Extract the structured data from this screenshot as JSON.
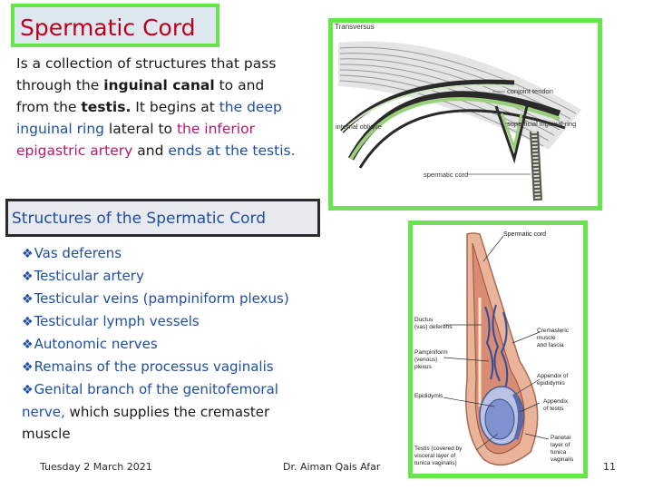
{
  "slide": {
    "title": "Spermatic Cord",
    "intro": {
      "p1": "Is a collection of structures that pass through the ",
      "p2": "inguinal canal",
      "p3": " to and from the ",
      "p4": "testis.",
      "p5": " It begins at ",
      "p6": "the deep inguinal ring",
      "p7": " lateral to ",
      "p8": "the inferior epigastric artery",
      "p9": " and ",
      "p10": "ends at the testis."
    },
    "structures_title": "Structures of the Spermatic Cord",
    "structures": [
      "Vas deferens",
      "Testicular artery",
      "Testicular veins (pampiniform plexus)",
      "Testicular lymph vessels",
      "Autonomic nerves",
      "Remains of the processus vaginalis",
      "Genital branch of the genitofemoral"
    ],
    "structures_tail_colored": "nerve,",
    "structures_tail_plain": " which supplies the cremaster muscle",
    "bullet": "❖"
  },
  "figure1": {
    "labels": {
      "transversus": "Transversus",
      "conjoint": "conjoint tendon",
      "internal_oblique": "internal oblique",
      "superficial_ring": "superficial inguinal ring",
      "spermatic_cord": "spermatic cord"
    }
  },
  "figure2": {
    "labels": {
      "spermatic_cord": "Spermatic cord",
      "ductus1": "Ductus",
      "ductus2": "(vas) deferens",
      "cremasteric1": "Cremasteric",
      "cremasteric2": "muscle",
      "cremasteric3": "and fascia",
      "pampiniform1": "Pampiniform",
      "pampiniform2": "(venous)",
      "pampiniform3": "plexus",
      "app_epi1": "Appendix of",
      "app_epi2": "epididymis",
      "epididymis": "Epididymis",
      "app_test1": "Appendix",
      "app_test2": "of testis",
      "testis1": "Testis (covered by",
      "testis2": "visceral layer of",
      "testis3": "tunica vaginalis)",
      "parietal1": "Parietal",
      "parietal2": "layer of",
      "parietal3": "tunica",
      "parietal4": "vaginalis"
    }
  },
  "footer": {
    "date": "Tuesday 2 March 2021",
    "author": "Dr. Aiman Qais Afar",
    "page": "11"
  },
  "colors": {
    "title_red": "#c0001a",
    "blue": "#1f4fa3",
    "magenta": "#b5186b",
    "green_border": "#66e64a"
  }
}
